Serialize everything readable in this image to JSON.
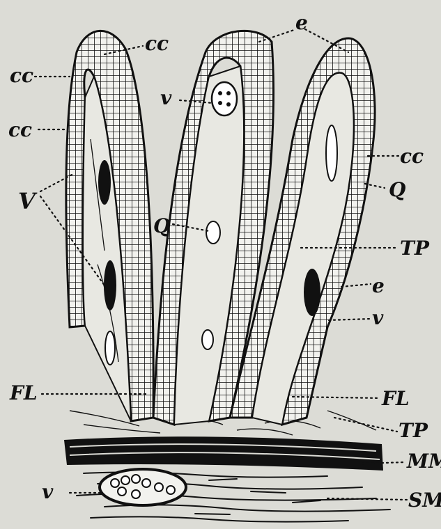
{
  "labels": {
    "cc": "cc",
    "V_upper": "V",
    "v_lower": "v",
    "e": "e",
    "Q": "Q",
    "TP": "TP",
    "FL": "FL",
    "MM": "MM",
    "SM": "SM"
  },
  "colors": {
    "paper": "#dcdcd6",
    "ink": "#111111"
  }
}
